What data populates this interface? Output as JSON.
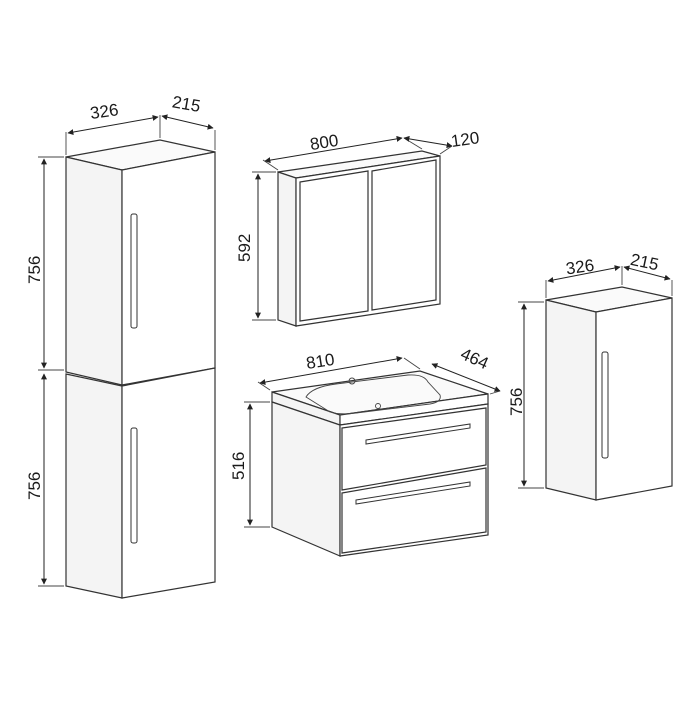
{
  "dimensions": {
    "tall_cabinet": {
      "width": "326",
      "depth": "215",
      "height_upper": "756",
      "height_lower": "756"
    },
    "mirror_cabinet": {
      "width": "800",
      "depth": "120",
      "height": "592"
    },
    "vanity": {
      "width": "810",
      "depth": "464",
      "height": "516"
    },
    "small_cabinet": {
      "width": "326",
      "depth": "215",
      "height": "756"
    }
  }
}
